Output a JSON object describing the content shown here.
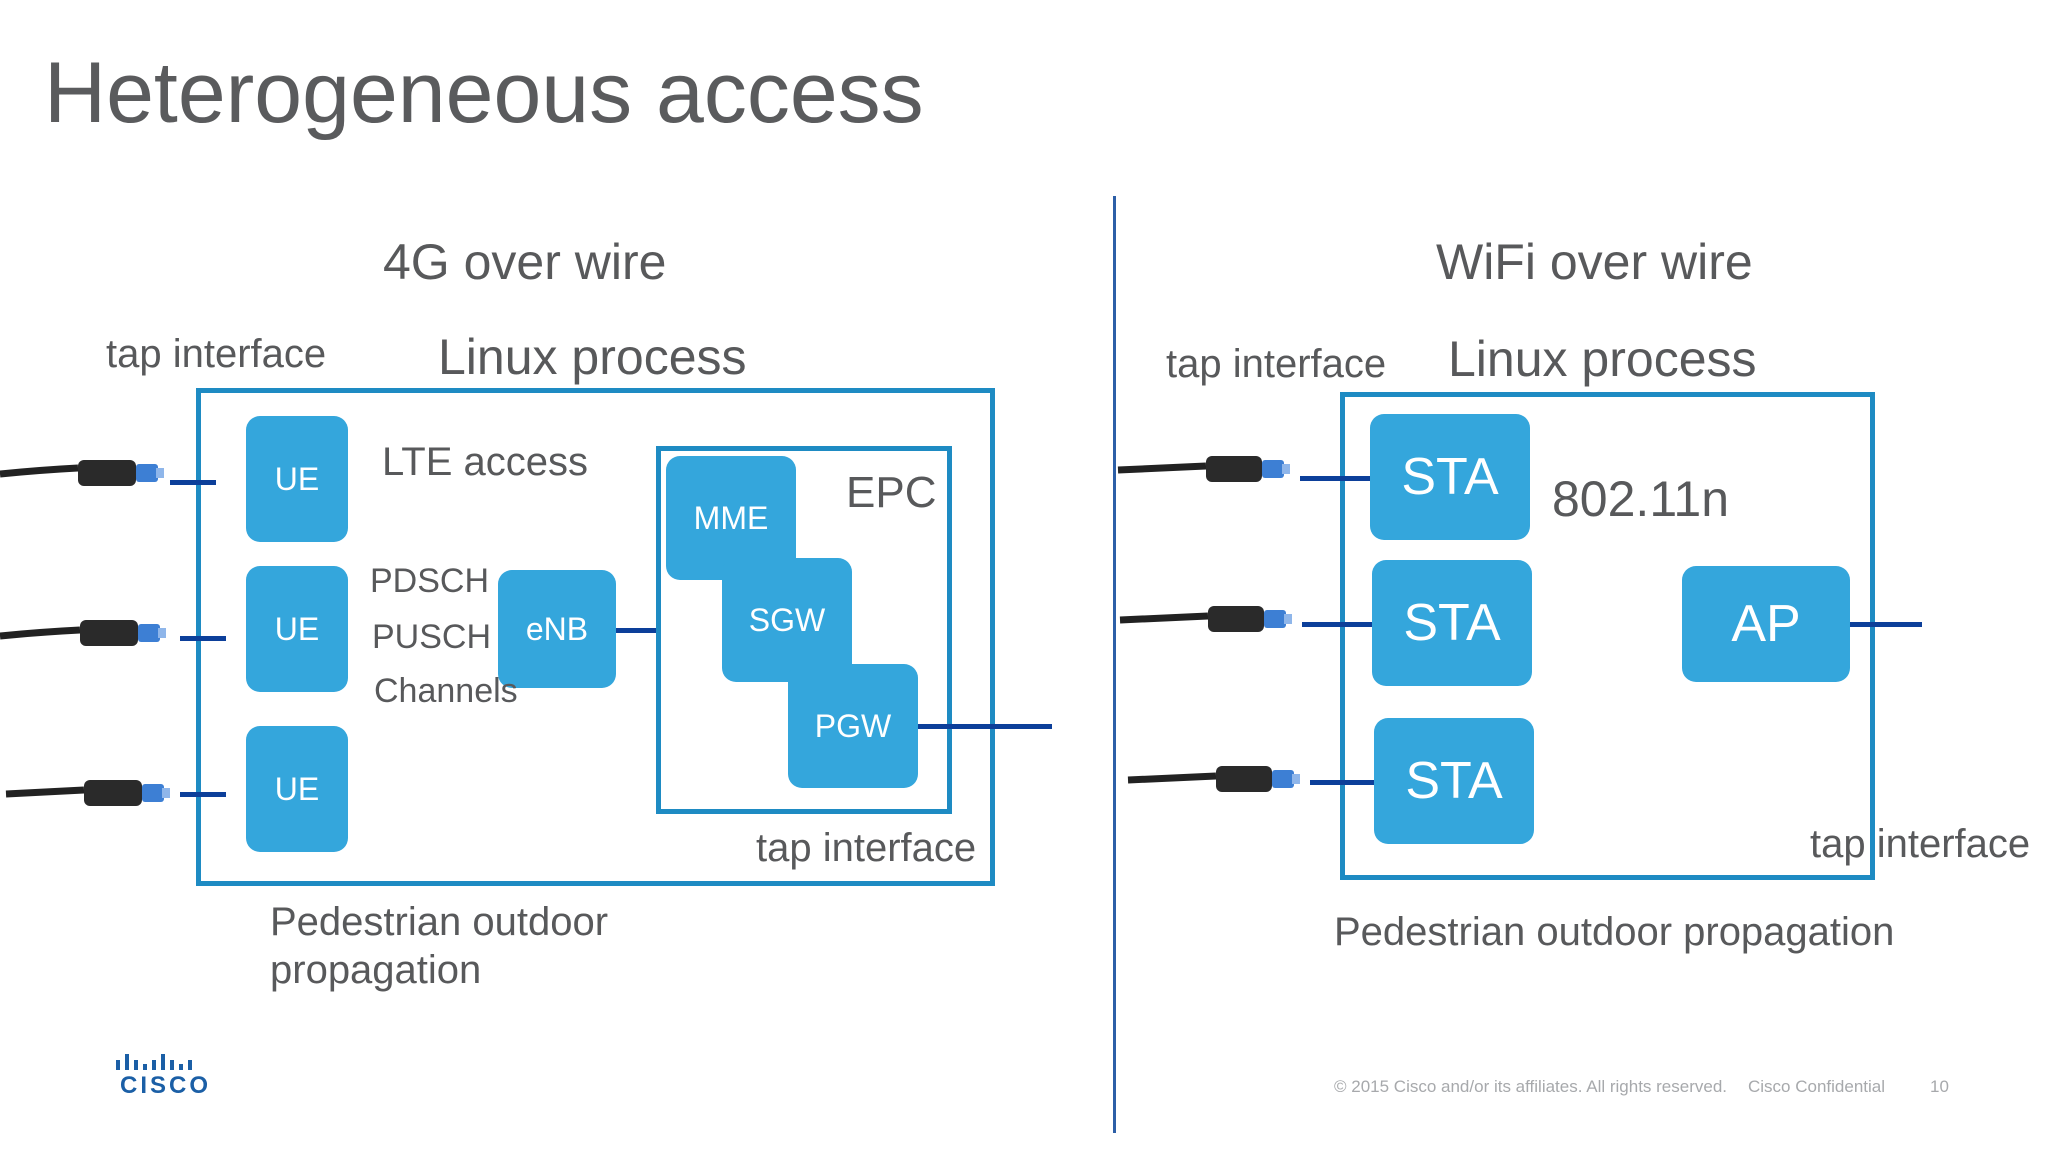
{
  "title": "Heterogeneous access",
  "left": {
    "heading": "4G over wire",
    "tap_label_top": "tap interface",
    "process_label": "Linux process",
    "ue": [
      "UE",
      "UE",
      "UE"
    ],
    "access_label": "LTE access",
    "channels": [
      "PDSCH",
      "PUSCH",
      "Channels"
    ],
    "enb": "eNB",
    "epc_label": "EPC",
    "mme": "MME",
    "sgw": "SGW",
    "pgw": "PGW",
    "tap_label_bottom": "tap interface",
    "propagation_line1": "Pedestrian outdoor",
    "propagation_line2": "propagation"
  },
  "right": {
    "heading": "WiFi over wire",
    "tap_label_top": "tap interface",
    "process_label": "Linux process",
    "sta": [
      "STA",
      "STA",
      "STA"
    ],
    "standard": "802.11n",
    "ap": "AP",
    "tap_label_bottom": "tap interface",
    "propagation": "Pedestrian outdoor propagation"
  },
  "footer": {
    "copyright": "© 2015  Cisco and/or its affiliates. All rights reserved.",
    "confidential": "Cisco Confidential",
    "page_number": "10",
    "logo_text": "CISCO"
  },
  "colors": {
    "node_fill": "#34a6dc",
    "frame": "#1e8bc3",
    "wire": "#0c3f9a",
    "divider": "#2d5fa7",
    "text": "#58595b",
    "footer": "#a7a9ac",
    "logo": "#1b5fa6"
  }
}
